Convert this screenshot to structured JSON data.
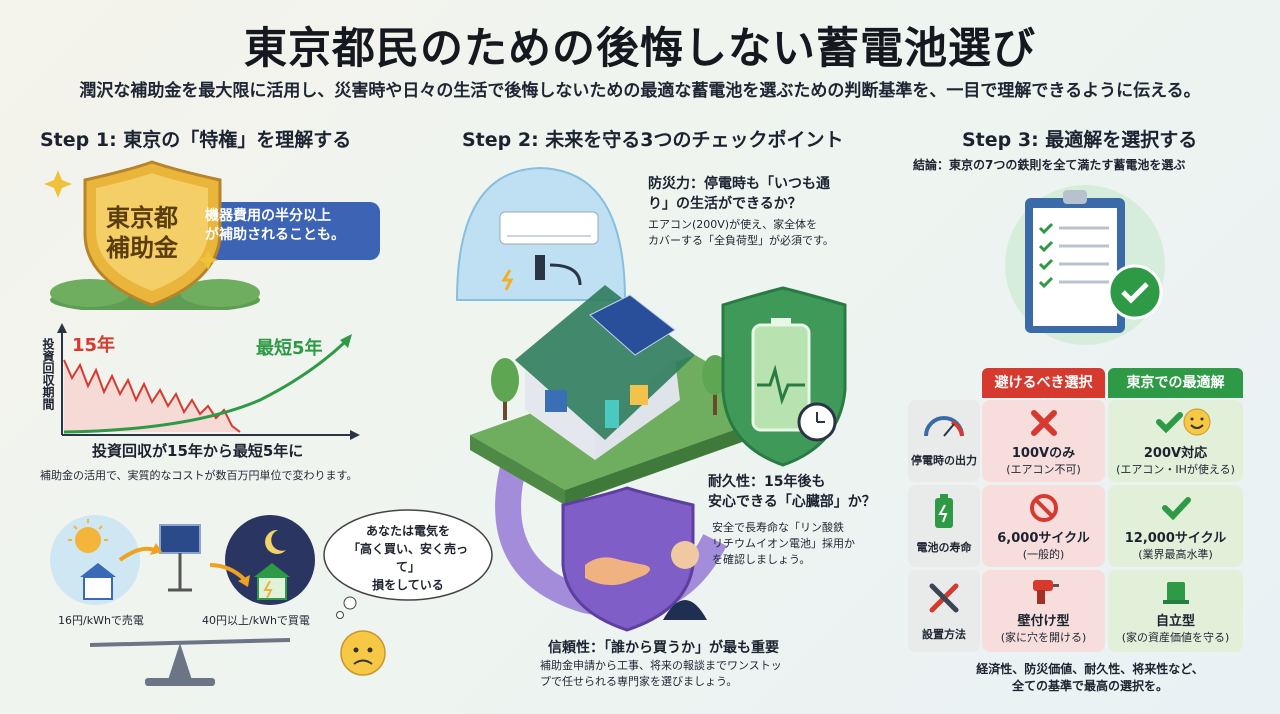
{
  "title": "東京都民のための後悔しない蓄電池選び",
  "subtitle": "潤沢な補助金を最大限に活用し、災害時や日々の生活で後悔しないための最適な蓄電池を選ぶための判断基準を、一目で理解できるように伝える。",
  "step1": {
    "heading": "Step 1: 東京の「特権」を理解する",
    "shield_text": "東京都\n補助金",
    "banner_text": "機器費用の半分以上\nが補助されることも。",
    "chart_ylabel": "投資回収期間",
    "label_15": "15年",
    "label_5": "最短5年",
    "caption": "投資回収が15年から最短5年に",
    "caption_sub": "補助金の活用で、実質的なコストが数百万円単位で変わります。",
    "sell_label": "16円/kWhで売電",
    "buy_label": "40円以上/kWhで買電",
    "bubble_text": "あなたは電気を\n「高く買い、安く売って」\n損をしている"
  },
  "step2": {
    "heading": "Step 2: 未来を守る3つのチェックポイント",
    "p1_title": "防災力：停電時も「いつも通\nり」の生活ができるか？",
    "p1_desc": "エアコン(200V)が使え、家全体を\nカバーする「全負荷型」が必須です。",
    "p2_title": "耐久性：15年後も\n安心できる「心臓部」か？",
    "p2_desc": "安全で長寿命な「リン酸鉄\nリチウムイオン電池」採用か\nを確認しましょう。",
    "p3_title": "信頼性：「誰から買うか」が最も重要",
    "p3_desc": "補助金申請から工事、将来の報談までワンストッ\nプで任せられる専門家を選びましょう。"
  },
  "step3": {
    "heading": "Step 3: 最適解を選択する",
    "conclusion": "結論：東京の7つの鉄則を全て満たす蓄電池を選ぶ",
    "col_avoid": "避けるべき選択",
    "col_best": "東京での最適解",
    "rows": [
      {
        "label": "停電時の出力",
        "avoid_main": "100Vのみ",
        "avoid_sub": "(エアコン不可)",
        "best_main": "200V対応",
        "best_sub": "(エアコン・IHが使える)"
      },
      {
        "label": "電池の寿命",
        "avoid_main": "6,000サイクル",
        "avoid_sub": "(一般的)",
        "best_main": "12,000サイクル",
        "best_sub": "(業界最高水準)"
      },
      {
        "label": "設置方法",
        "avoid_main": "壁付け型",
        "avoid_sub": "(家に穴を開ける)",
        "best_main": "自立型",
        "best_sub": "(家の資産価値を守る)"
      }
    ],
    "footer": "経済性、防災価値、耐久性、将来性など、\n全ての基準で最高の選択を。"
  },
  "colors": {
    "accent_green": "#2e9a46",
    "accent_red": "#d63a2f",
    "shield_gold": "#e9b53a",
    "purple": "#7f5ec7"
  }
}
